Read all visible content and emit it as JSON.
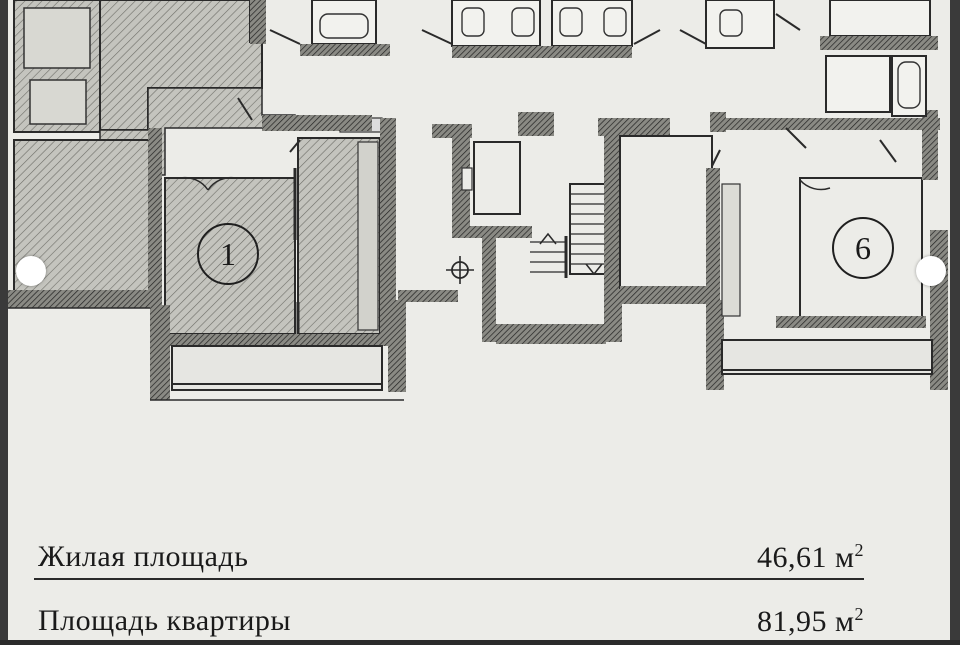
{
  "plan": {
    "apartments": [
      {
        "number": "1"
      },
      {
        "number": "6"
      }
    ]
  },
  "info": {
    "living_area_label": "Жилая площадь",
    "living_area_value": "46,61 м",
    "apartment_area_label": "Площадь квартиры",
    "apartment_area_value": "81,95 м",
    "unit_sup": "2"
  },
  "colors": {
    "paper": "#eeeeea",
    "wall": "#3a3a3a",
    "hatch_fill": "#bdbdb7",
    "line": "#2a2a2a"
  },
  "icons": [
    "left-nav-dot",
    "right-nav-dot"
  ]
}
